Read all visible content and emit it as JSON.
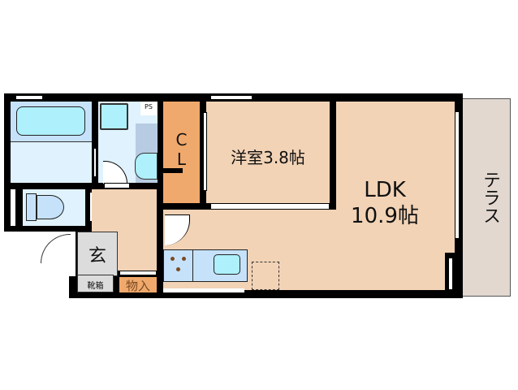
{
  "floor_plan": {
    "rooms": {
      "western_room": {
        "label": "洋室3.8帖"
      },
      "ldk": {
        "label_line1": "LDK",
        "label_line2": "10.9帖"
      },
      "closet": {
        "label_line1": "C",
        "label_line2": "L"
      },
      "terrace": {
        "label": "テラス"
      },
      "entrance": {
        "label": "玄"
      },
      "shoe_box": {
        "label": "靴箱"
      },
      "storage": {
        "label": "物入"
      },
      "pipe_space": {
        "label": "PS"
      }
    },
    "colors": {
      "wall": "#000000",
      "room_floor": "#f2d3b6",
      "closet": "#f0a96c",
      "wet_area": "#dff2fd",
      "bathroom": "#c6e2fb",
      "fixture": "#aef0fb",
      "terrace": "#e2d8d0",
      "entrance": "#dcdcdc",
      "washer": "#b7cce2"
    }
  }
}
